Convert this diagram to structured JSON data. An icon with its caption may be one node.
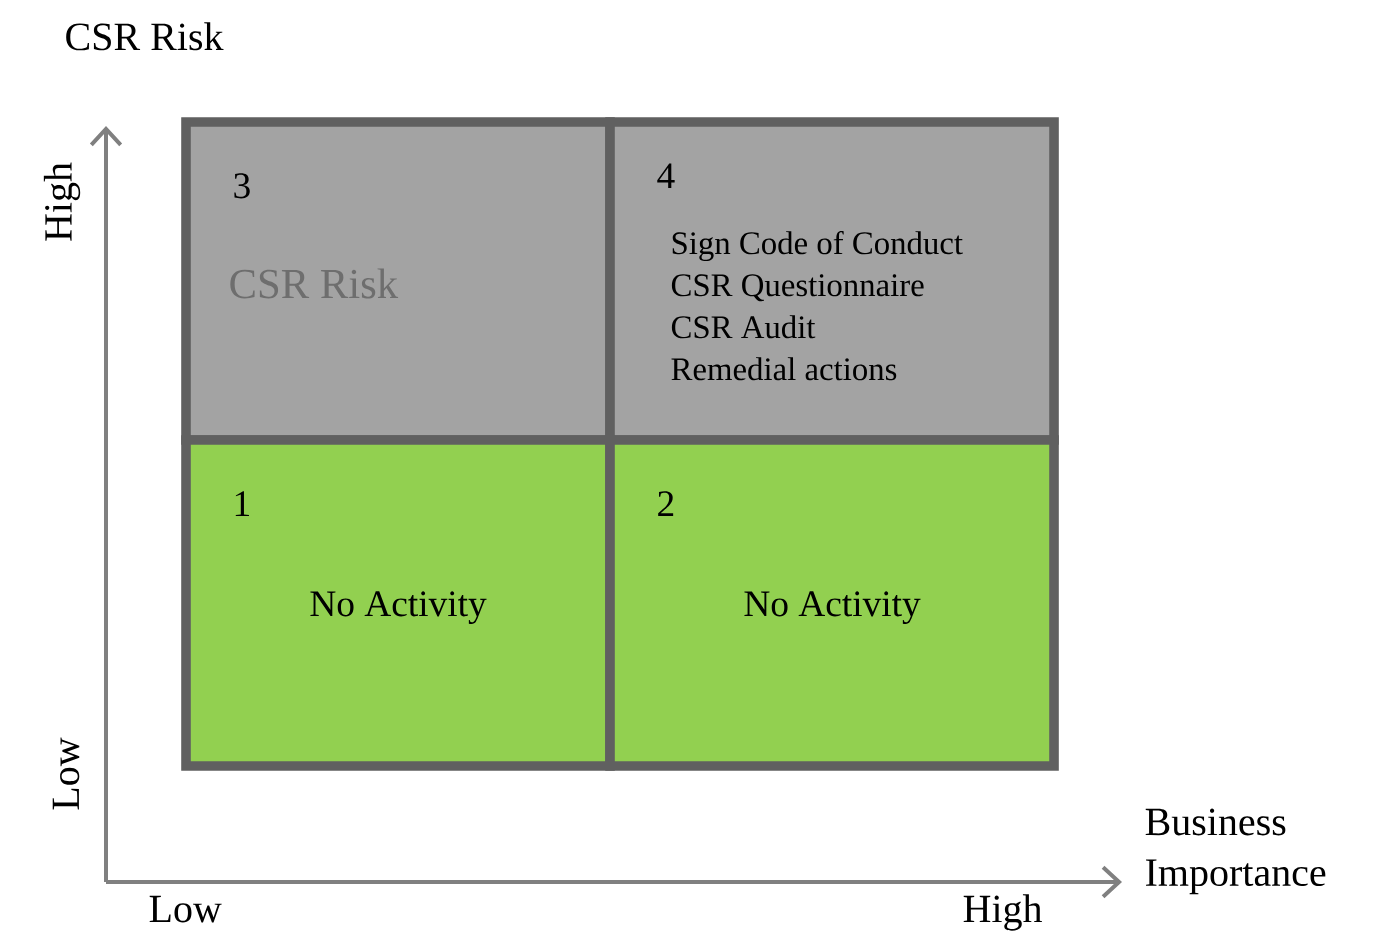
{
  "diagram": {
    "nodes": [
      {
        "text": [
          "3",
          "CSR Risk"
        ]
      },
      {
        "text": [
          "4",
          "Sign Code of Conduct",
          "CSR Questionnaire",
          "CSR Audit",
          "Remedial actions"
        ]
      },
      {
        "text": [
          "1",
          "No Activity"
        ]
      },
      {
        "text": [
          "2",
          "No Activity"
        ]
      }
    ],
    "labels": [
      "CSR Risk",
      "High",
      "Low",
      "Business Importance",
      "Low",
      "High"
    ]
  }
}
